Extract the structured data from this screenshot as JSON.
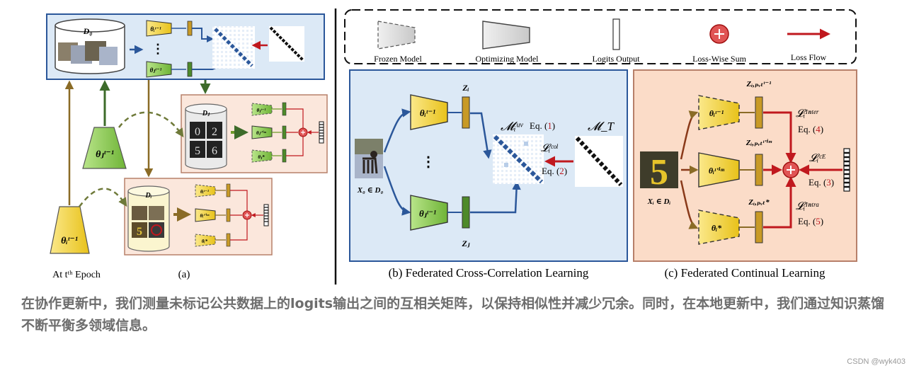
{
  "legend": {
    "frozen": "Frozen Model",
    "optimizing": "Optimizing Model",
    "logits": "Logits Output",
    "loss_sum": "Loss-Wise Sum",
    "loss_flow": "Loss Flow"
  },
  "panel_a": {
    "d0": "D₀",
    "dj": "Dⱼ",
    "di": "Dᵢ",
    "theta_i": "θᵢᵗ⁻¹",
    "theta_j": "θⱼᵗ⁻¹",
    "theta_i_im": "θᵢᵗ'ⁱᵐ",
    "theta_i_star": "θᵢ*",
    "theta_j_im": "θⱼᵗ'ⁱᵐ",
    "theta_j_star": "θⱼ*",
    "epoch": "At tᵗʰ Epoch",
    "label": "(a)"
  },
  "panel_b": {
    "zi": "Zᵢ",
    "zj": "Zⱼ",
    "theta_i": "θᵢᵗ⁻¹",
    "theta_j": "θⱼᵗ⁻¹",
    "muv": "𝓜ᵢᵘᵛ",
    "eq1_pre": "Eq. (",
    "eq1_num": "1",
    "eq_post": ")",
    "mt": "𝓜_T",
    "lcol": "𝓛ᵢᶜᵒˡ",
    "eq2_pre": "Eq. (",
    "eq2_num": "2",
    "x0": "X₀ ∈ D₀",
    "label": "(b) Federated Cross-Correlation Learning"
  },
  "panel_c": {
    "z_prev": "Zᵢ,ₚᵥₜᵗ⁻¹",
    "z_im": "Zᵢ,ₚᵥₜᵗ'ⁱᵐ",
    "z_star": "Zᵢ,ₚᵥₜ*",
    "theta_prev": "θᵢᵗ⁻¹",
    "theta_im": "θᵢᵗ'ⁱᵐ",
    "theta_star": "θᵢ*",
    "linter": "𝓛ᵢᴵⁿᵗᵉʳ",
    "eq4_pre": "Eq. (",
    "eq4_num": "4",
    "lce": "𝓛ᵢᶜᴱ",
    "eq3_pre": "Eq. (",
    "eq3_num": "3",
    "lintra": "𝓛ᵢᴵⁿᵗʳᵃ",
    "eq5_pre": "Eq. (",
    "eq5_num": "5",
    "xi": "Xᵢ ∈ Dᵢ",
    "label": "(c) Federated Continual Learning"
  },
  "caption": "在协作更新中，我们测量未标记公共数据上的logits输出之间的互相关矩阵，以保持相似性并减少冗余。同时，在本地更新中，我们通过知识蒸馏不断平衡多领域信息。",
  "watermark": "CSDN @wyk403",
  "colors": {
    "blue_panel": "#dce9f6",
    "peach_panel": "#fbdcc8",
    "arrow_red": "#c0181e",
    "arrow_blue": "#2b579a",
    "arrow_brown": "#8a6b26",
    "arrow_green": "#3d6b2a",
    "model_yellow": "#f6dc3c",
    "model_green": "#8fce4e"
  }
}
